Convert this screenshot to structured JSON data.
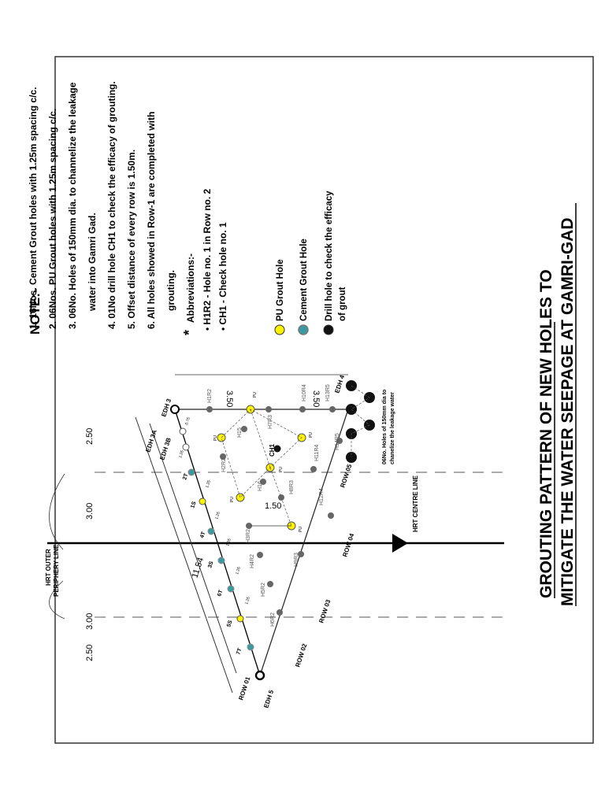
{
  "title": {
    "line1": "GROUTING PATTERN OF NEW HOLES TO",
    "line2": "MITIGATE THE WATER SEEPAGE AT GAMRI-GAD"
  },
  "note": {
    "heading": "NOTE:-",
    "items": [
      "1. 16Nos. Cement Grout holes with 1.25m spacing c/c.",
      "2. 06Nos. PU Grout holes with 1.25m spacing c/c.",
      "3. 06No. Holes of 150mm dia. to channelize the leakage",
      "water into Gamri Gad.",
      "4. 01No drill hole CH1 to check the efficacy of grouting.",
      "5. Offset distance of every row is 1.50m.",
      "6. All holes showed in Row-1 are completed with",
      "grouting."
    ],
    "star": "*",
    "abbrev_heading": "Abbreviations:-",
    "abbrev_items": [
      "• H1R2 - Hole no. 1 in Row no. 2",
      "• CH1 - Check hole no. 1"
    ]
  },
  "legend": {
    "pu": "PU Grout Hole",
    "cement": "Cement Grout Hole",
    "drill_line1": "Drill hole to check the efficacy",
    "drill_line2": "of grout"
  },
  "labels": {
    "hrt_outer_line1": "HRT OUTER",
    "hrt_outer_line2": "PERIPHERY LINE",
    "hrt_centre": "HRT CENTRE LINE",
    "dim_250_top": "2.50",
    "dim_300_top": "3.00",
    "dim_300_bot": "3.00",
    "dim_250_bot": "2.50",
    "dim_350_a": "3.50",
    "dim_350_b": "3.50",
    "dim_1154": "11.54",
    "dim_150": "1.50",
    "holes_150": "06No. Holes of 150mm dia to",
    "holes_150b": "chanelize the leakage water",
    "row01": "ROW 01",
    "row02": "ROW 02",
    "row03": "ROW 03",
    "row04": "ROW 04",
    "row05": "ROW 05",
    "edh3": "EDH 3",
    "edh3a": "EDH 3A",
    "edh3b": "EDH 3B",
    "edh4": "EDH 4",
    "edh5": "EDH 5",
    "ch1": "CH1",
    "spacing_125": "1.25",
    "spacing_075": "0.75",
    "h1r2": "H1R2",
    "h2r2": "H2R2",
    "h3r2": "H3R2",
    "h4r2": "H4R2",
    "h5r2": "H5R2",
    "h6r2": "H6R2",
    "h7r3": "H7R3",
    "h8r3": "H8R3",
    "h9r3": "H9R3",
    "h10r4": "H10R4",
    "h11r4": "H11R4",
    "h12r4": "H12R4",
    "h13r5": "H13R5",
    "h14r5": "H14R5",
    "h15": "H15",
    "h16": "H16",
    "t1": "1T",
    "t2": "2T",
    "t4": "4T",
    "t6": "6T",
    "t7": "7T",
    "s1": "1S",
    "s3": "3S",
    "s5": "5S",
    "pu_a": "PU",
    "pu_b": "PU",
    "pu_c": "PU",
    "pu_d": "PU",
    "pu_e": "PU",
    "pu_f": "PU"
  },
  "colors": {
    "pu": "#fff200",
    "cement": "#3a9aa0",
    "drill": "#111111",
    "grey_hole": "#666666"
  }
}
